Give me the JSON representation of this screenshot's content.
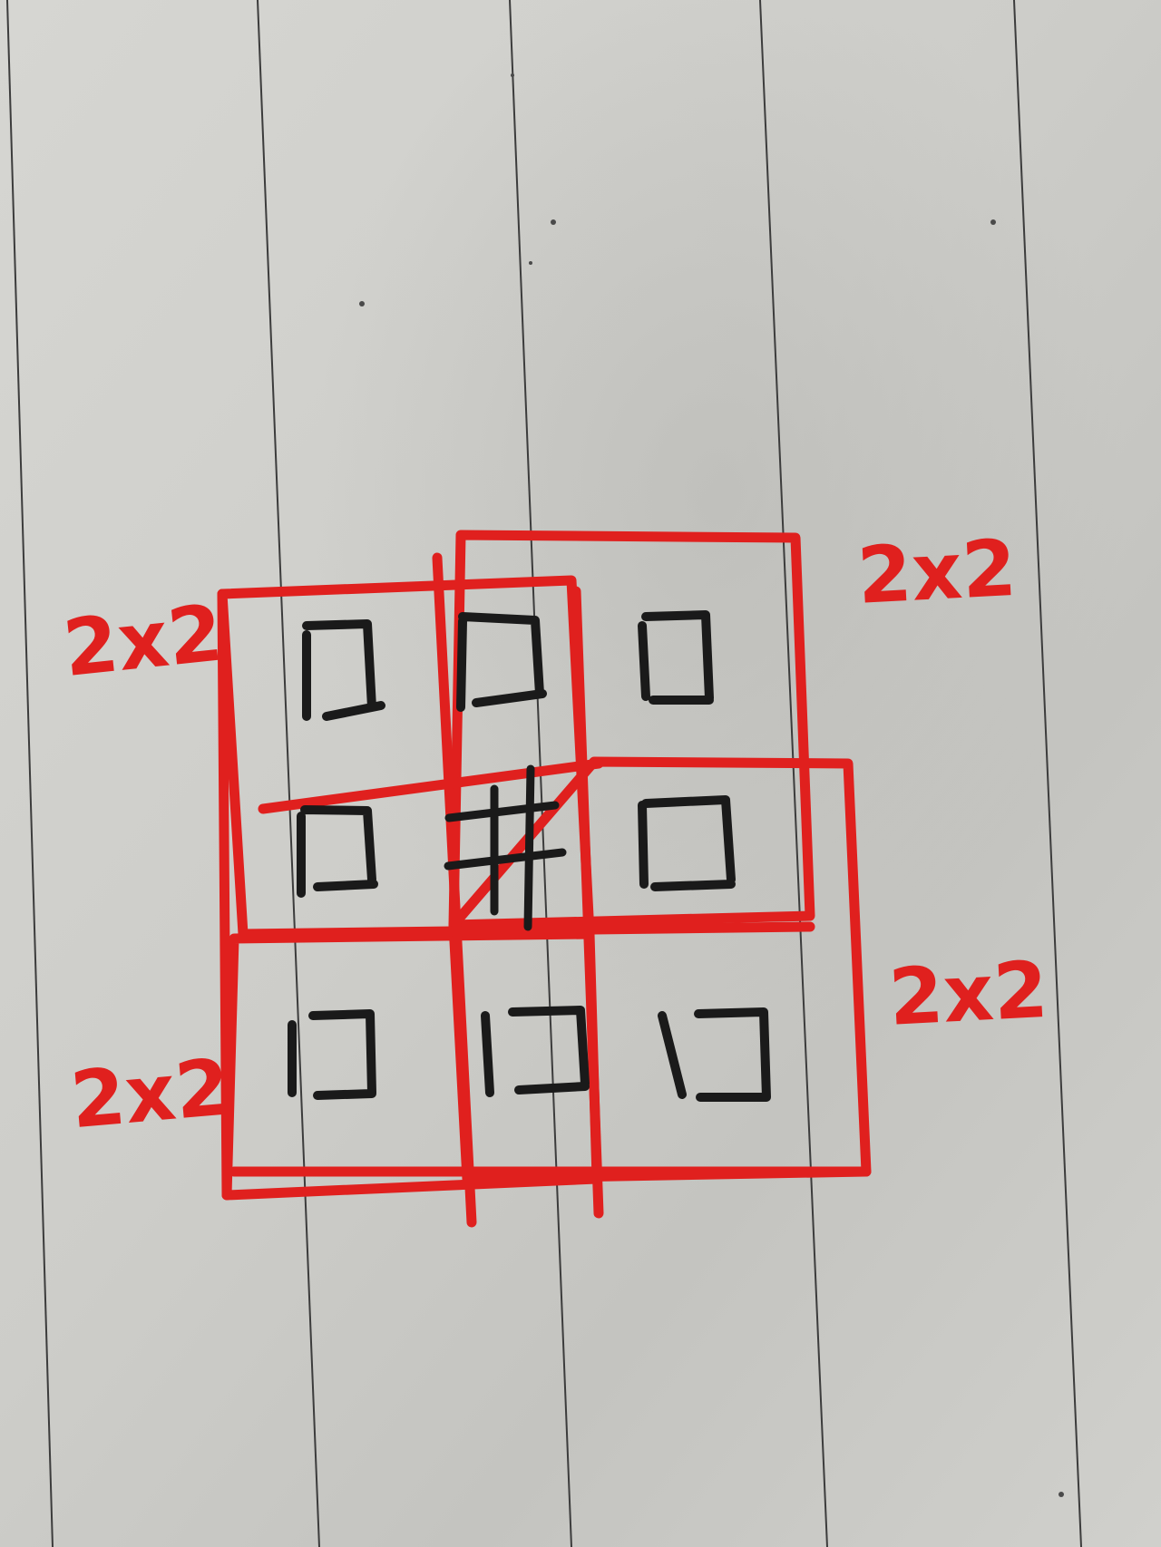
{
  "labels": {
    "top_left": "2x2",
    "top_right": "2x2",
    "bottom_left": "2x2",
    "bottom_right": "2x2"
  },
  "grid": {
    "rows": 3,
    "cols": 3,
    "center_symbol": "#",
    "cell_symbol": "□"
  },
  "colors": {
    "paper": "#d3d3cf",
    "paper_shadow": "#b9b9b5",
    "ruled_line": "#3a3a3a",
    "red_ink": "#e0201e",
    "black_ink": "#1a1a1a"
  }
}
